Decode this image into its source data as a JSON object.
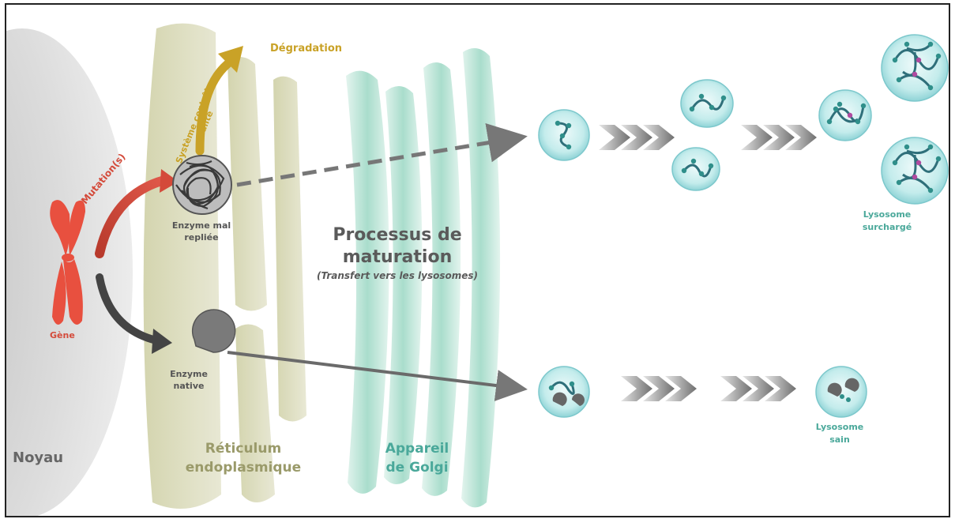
{
  "labels": {
    "noyau": "Noyau",
    "gene": "Gène",
    "mutations": "Mutation(s)",
    "controle_line1": "Système contrôle",
    "controle_line2": "qualité",
    "degradation": "Dégradation",
    "enzyme_mal_line1": "Enzyme mal",
    "enzyme_mal_line2": "repliée",
    "enzyme_native_line1": "Enzyme",
    "enzyme_native_line2": "native",
    "reticulum_line1": "Réticulum",
    "reticulum_line2": "endoplasmique",
    "golgi_line1": "Appareil",
    "golgi_line2": "de Golgi",
    "processus_line1": "Processus de",
    "processus_line2": "maturation",
    "processus_sub": "(Transfert vers les lysosomes)",
    "lysosome_surcharge_line1": "Lysosome",
    "lysosome_surcharge_line2": "surchargé",
    "lysosome_sain_line1": "Lysosome",
    "lysosome_sain_line2": "sain"
  },
  "colors": {
    "teal": "#4aa89a",
    "gold": "#c9a227",
    "red": "#d44a3a",
    "grey": "#555555",
    "nucleus": "#d9d9d9",
    "reticulum": "#d7d8b8",
    "golgi": "#bfe6da"
  },
  "icons": {
    "misfolded_enzyme": "tangle-icon",
    "native_enzyme": "pacman-icon",
    "chromosome": "chromosome-icon"
  }
}
